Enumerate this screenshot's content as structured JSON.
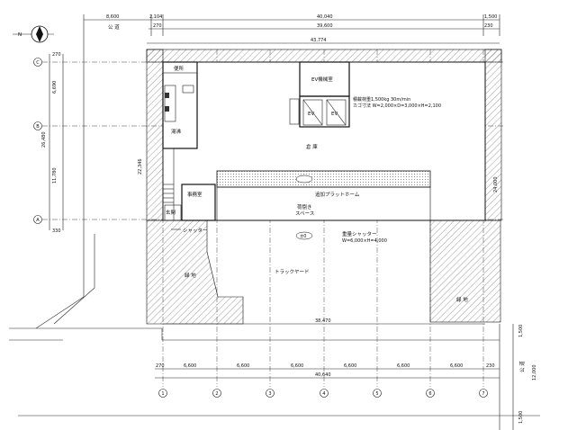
{
  "roads": {
    "left": "公 道",
    "right": "公 道"
  },
  "dims_top": {
    "d1": "8,600",
    "d2": "2,104",
    "d3": "40,040",
    "d4": "1,500",
    "d5": "270",
    "d6": "39,600",
    "d7": "230",
    "inner": "43,774"
  },
  "dims_left": {
    "l1": "6,690",
    "l2": "26,480",
    "l3": "11,780",
    "l4": "22,346",
    "top": "270",
    "bottom": "330"
  },
  "dims_right": {
    "r1": "24,000"
  },
  "dims_bottom": {
    "b0": "270",
    "b1": "6,600",
    "b2": "6,600",
    "b3": "6,600",
    "b4": "6,600",
    "b5": "6,600",
    "b6": "6,600",
    "b7": "230",
    "total": "40,640",
    "yard": "38,470"
  },
  "dims_side": {
    "s1": "1,500",
    "s2": "12,000",
    "s3": "1,500"
  },
  "rows": [
    "C",
    "B",
    "A"
  ],
  "cols": [
    "1",
    "2",
    "3",
    "4",
    "5",
    "6",
    "7"
  ],
  "rooms": {
    "toilet": "便所",
    "mech_room": "EV機械室",
    "ev_spec_1": "積載荷重1,500kg 30m/min",
    "ev_spec_2": "カゴ寸法 W=2,000×D=3,000×H=2,100",
    "ev_left": "EV",
    "ev_right": "EV",
    "warehouse": "倉 庫",
    "pantry": "湯沸",
    "office": "事務室",
    "entrance": "玄関",
    "platform": "追加プラットホーム",
    "loading_1": "荷捌き",
    "loading_2": "スペース",
    "shutter": "シャッター",
    "shutter_main_1": "重量シャッター",
    "shutter_main_2": "W=6,000×H=4,000",
    "truck_yard": "トラックヤード",
    "green_left": "緑 地",
    "green_right": "緑 地",
    "scale_tag": "±0",
    "north": "N"
  }
}
